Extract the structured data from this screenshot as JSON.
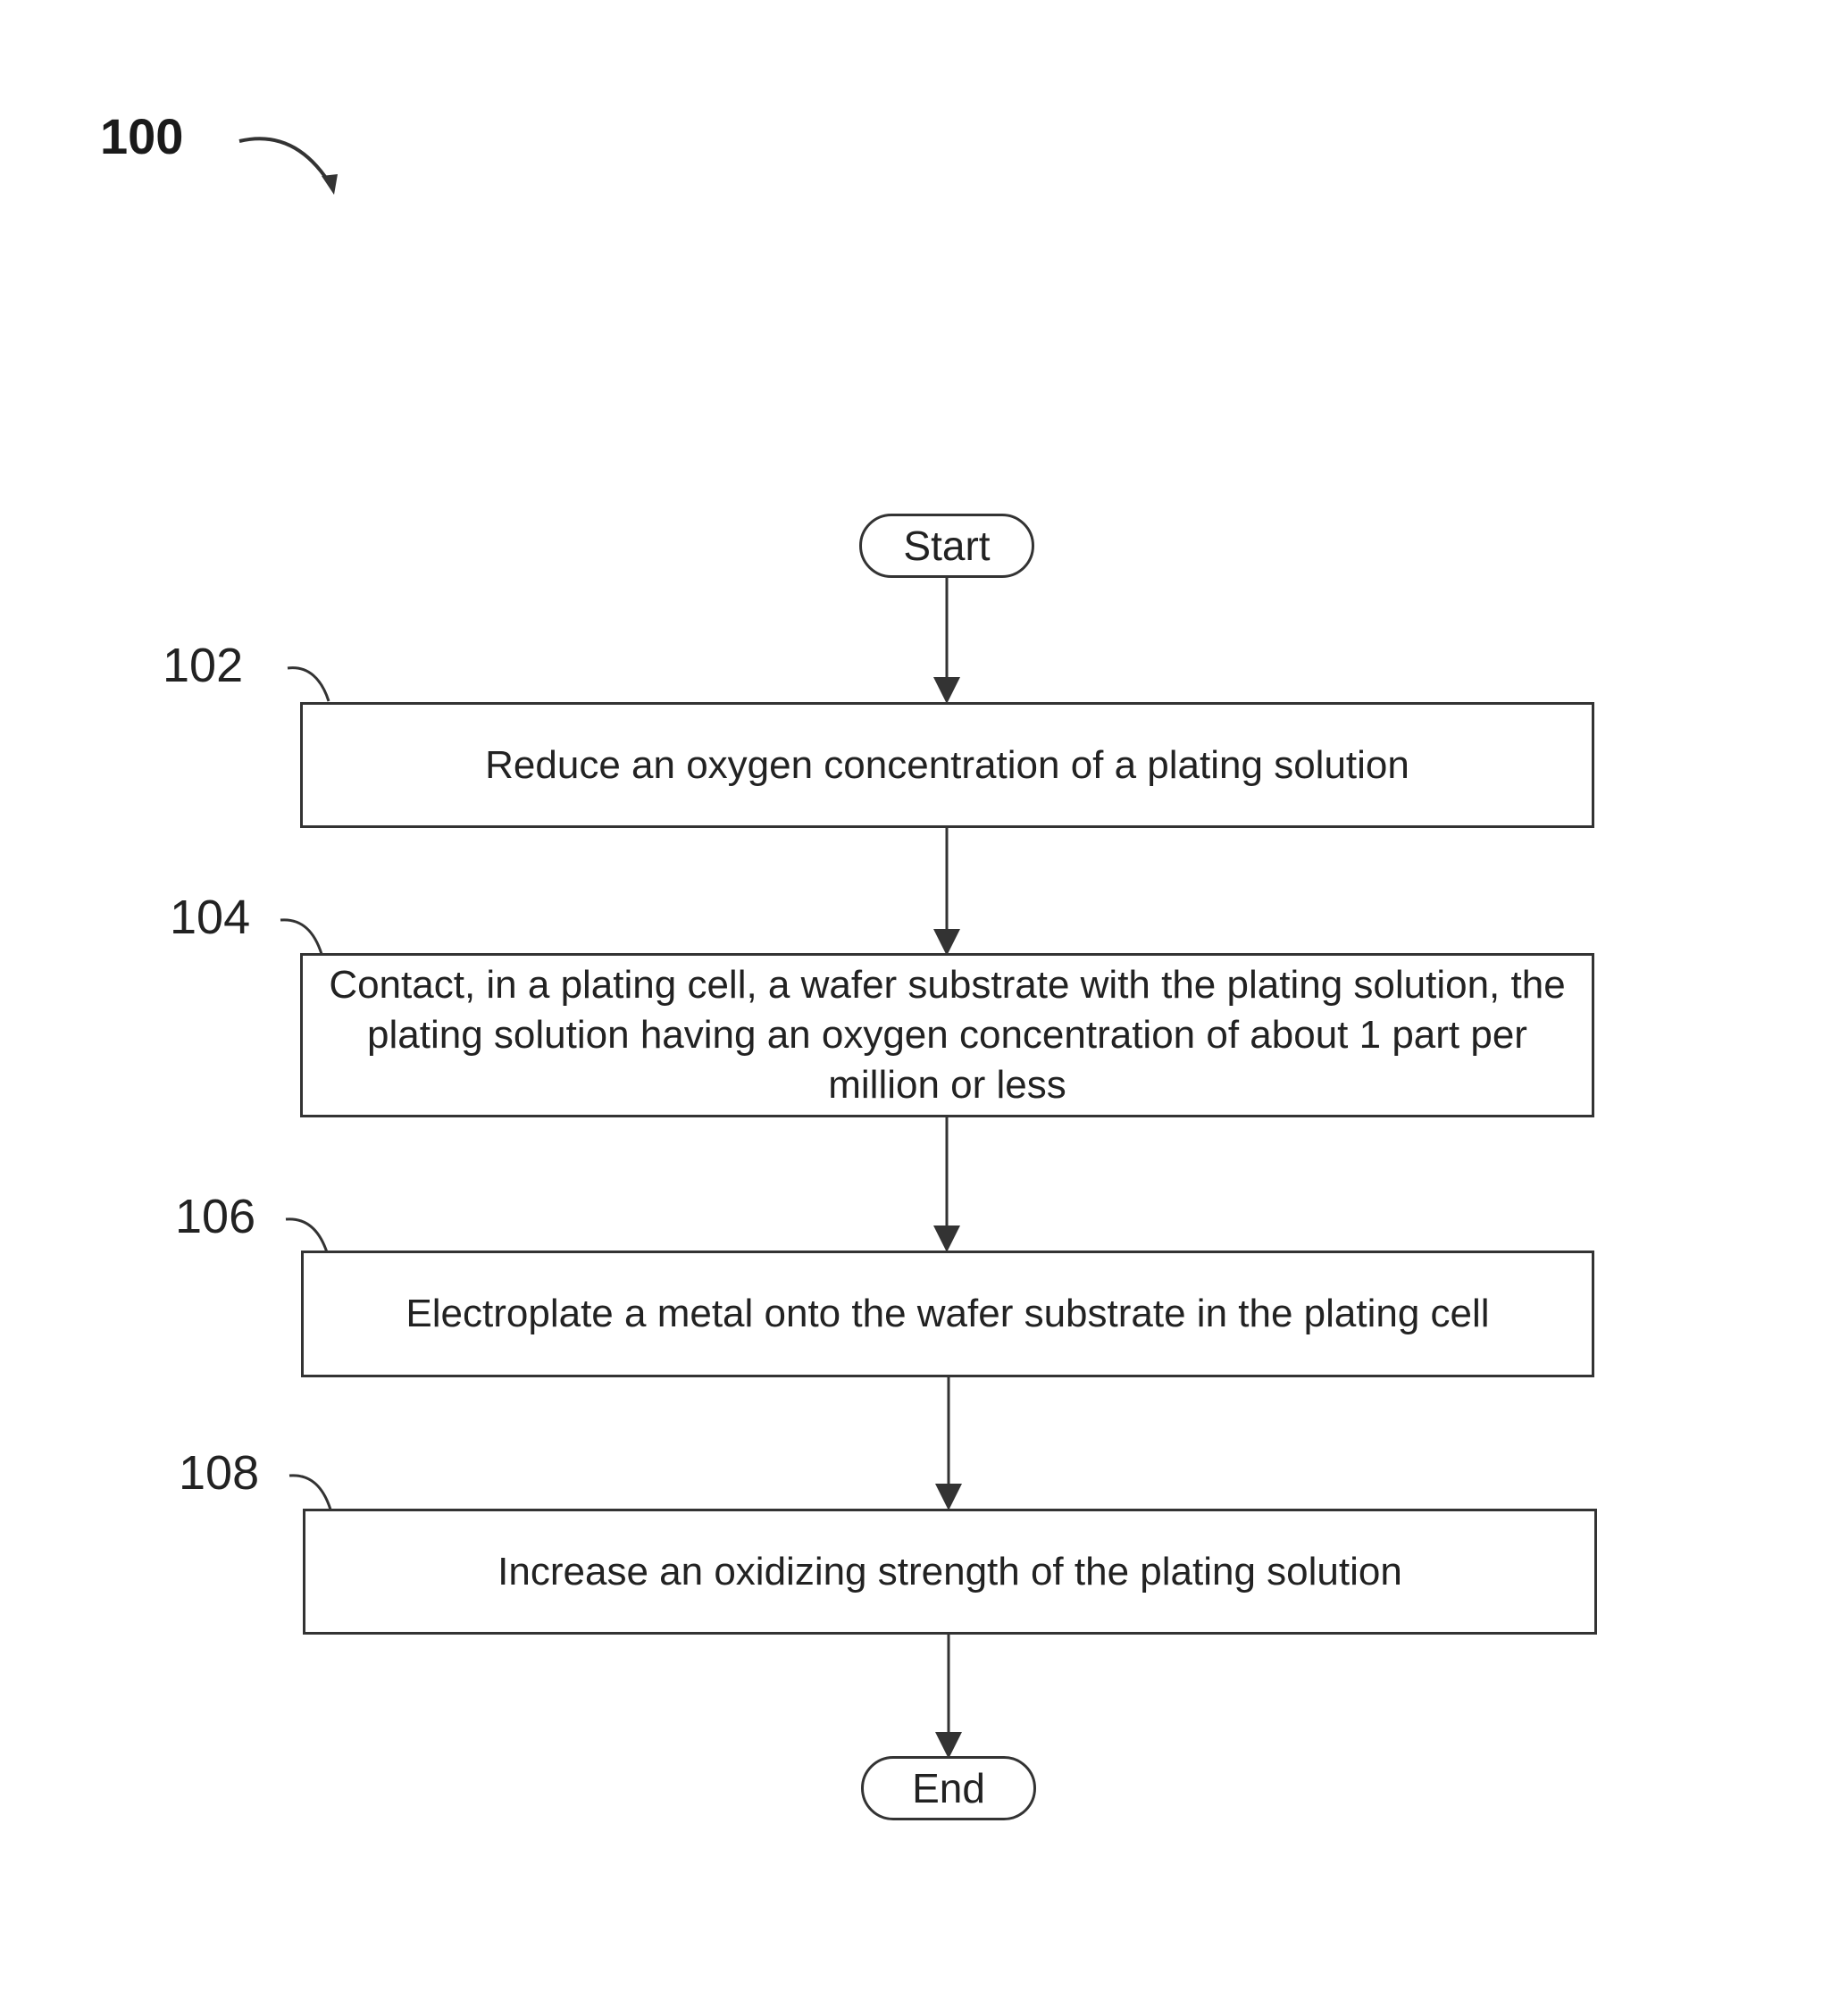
{
  "figure": {
    "number": "100"
  },
  "terminals": {
    "start": "Start",
    "end": "End"
  },
  "steps": [
    {
      "ref": "102",
      "text": "Reduce an oxygen concentration of a plating solution"
    },
    {
      "ref": "104",
      "text": "Contact, in a plating cell, a wafer substrate with the plating solution, the plating solution having an oxygen concentration of about 1 part per million or less"
    },
    {
      "ref": "106",
      "text": "Electroplate a metal onto the wafer substrate in the plating cell"
    },
    {
      "ref": "108",
      "text": "Increase an oxidizing strength of the plating solution"
    }
  ],
  "colors": {
    "stroke": "#333333",
    "text": "#222222",
    "background": "#ffffff"
  }
}
